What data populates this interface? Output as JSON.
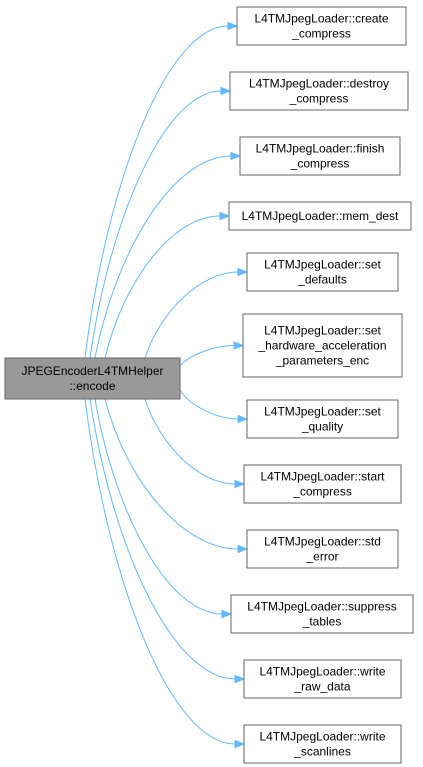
{
  "graph": {
    "colors": {
      "edge": "#63b8ff",
      "source_fill": "#999999",
      "node_fill": "#ffffff",
      "node_border": "#666666"
    },
    "source": {
      "id": "src",
      "lines": [
        "JPEGEncoderL4TMHelper",
        "::encode"
      ]
    },
    "targets": [
      {
        "id": "t0",
        "lines": [
          "L4TMJpegLoader::create",
          "_compress"
        ]
      },
      {
        "id": "t1",
        "lines": [
          "L4TMJpegLoader::destroy",
          "_compress"
        ]
      },
      {
        "id": "t2",
        "lines": [
          "L4TMJpegLoader::finish",
          "_compress"
        ]
      },
      {
        "id": "t3",
        "lines": [
          "L4TMJpegLoader::mem_dest"
        ]
      },
      {
        "id": "t4",
        "lines": [
          "L4TMJpegLoader::set",
          "_defaults"
        ]
      },
      {
        "id": "t5",
        "lines": [
          "L4TMJpegLoader::set",
          "_hardware_acceleration",
          "_parameters_enc"
        ]
      },
      {
        "id": "t6",
        "lines": [
          "L4TMJpegLoader::set",
          "_quality"
        ]
      },
      {
        "id": "t7",
        "lines": [
          "L4TMJpegLoader::start",
          "_compress"
        ]
      },
      {
        "id": "t8",
        "lines": [
          "L4TMJpegLoader::std",
          "_error"
        ]
      },
      {
        "id": "t9",
        "lines": [
          "L4TMJpegLoader::suppress",
          "_tables"
        ]
      },
      {
        "id": "t10",
        "lines": [
          "L4TMJpegLoader::write",
          "_raw_data"
        ]
      },
      {
        "id": "t11",
        "lines": [
          "L4TMJpegLoader::write",
          "_scanlines"
        ]
      }
    ]
  }
}
